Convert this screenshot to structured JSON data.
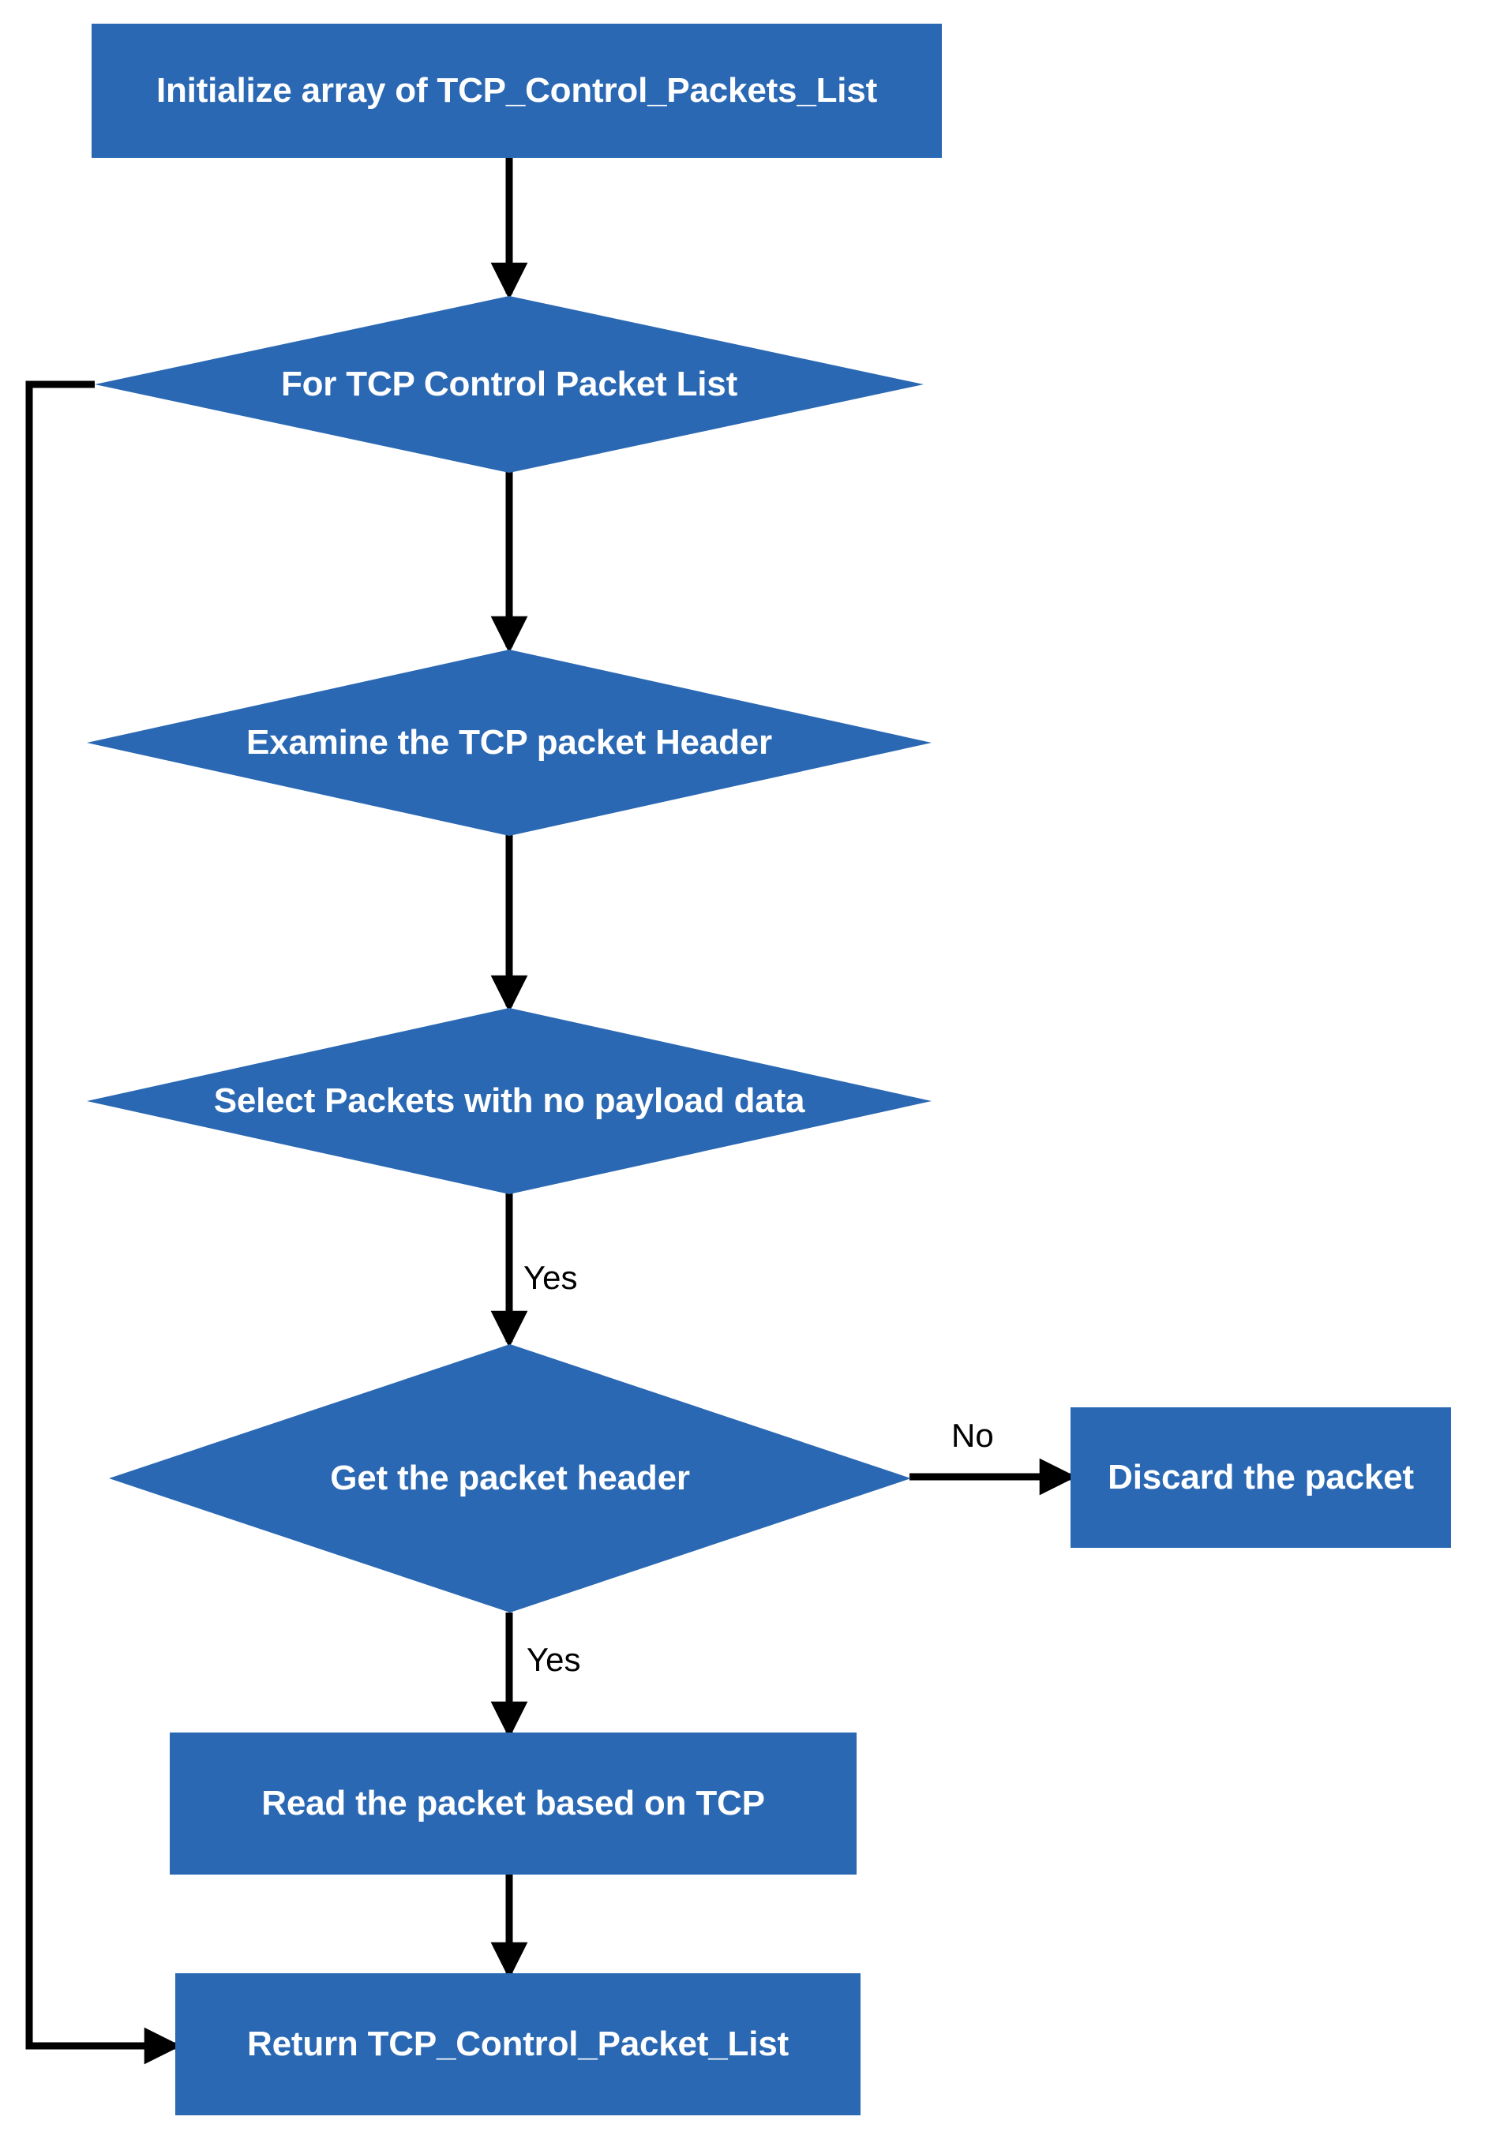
{
  "diagram": {
    "title": "TCP Control Packet List processing flowchart",
    "colors": {
      "node_fill": "#2A68B3",
      "node_text": "#FFFFFF",
      "edge_stroke": "#000000",
      "background": "#FFFFFF"
    },
    "nodes": [
      {
        "id": "init",
        "shape": "process",
        "label": "Initialize array of TCP_Control_Packets_List"
      },
      {
        "id": "forlist",
        "shape": "decision",
        "label": "For TCP Control Packet List"
      },
      {
        "id": "examine",
        "shape": "decision",
        "label": "Examine the TCP packet Header"
      },
      {
        "id": "select",
        "shape": "decision",
        "label": "Select Packets with no payload data"
      },
      {
        "id": "getdr",
        "shape": "decision",
        "label": "Get the packet header"
      },
      {
        "id": "discard",
        "shape": "process",
        "label": "Discard the packet"
      },
      {
        "id": "read",
        "shape": "process",
        "label": "Read the packet based on TCP"
      },
      {
        "id": "return",
        "shape": "process",
        "label": "Return TCP_Control_Packet_List"
      }
    ],
    "edges": [
      {
        "from": "init",
        "to": "forlist",
        "label": ""
      },
      {
        "from": "forlist",
        "to": "examine",
        "label": ""
      },
      {
        "from": "examine",
        "to": "select",
        "label": ""
      },
      {
        "from": "select",
        "to": "getdr",
        "label": "Yes"
      },
      {
        "from": "getdr",
        "to": "discard",
        "label": "No"
      },
      {
        "from": "getdr",
        "to": "read",
        "label": "Yes"
      },
      {
        "from": "read",
        "to": "return",
        "label": ""
      },
      {
        "from": "forlist",
        "to": "return",
        "label": ""
      }
    ],
    "edge_labels": {
      "select_to_get": "Yes",
      "get_to_discard": "No",
      "get_to_read": "Yes"
    }
  }
}
